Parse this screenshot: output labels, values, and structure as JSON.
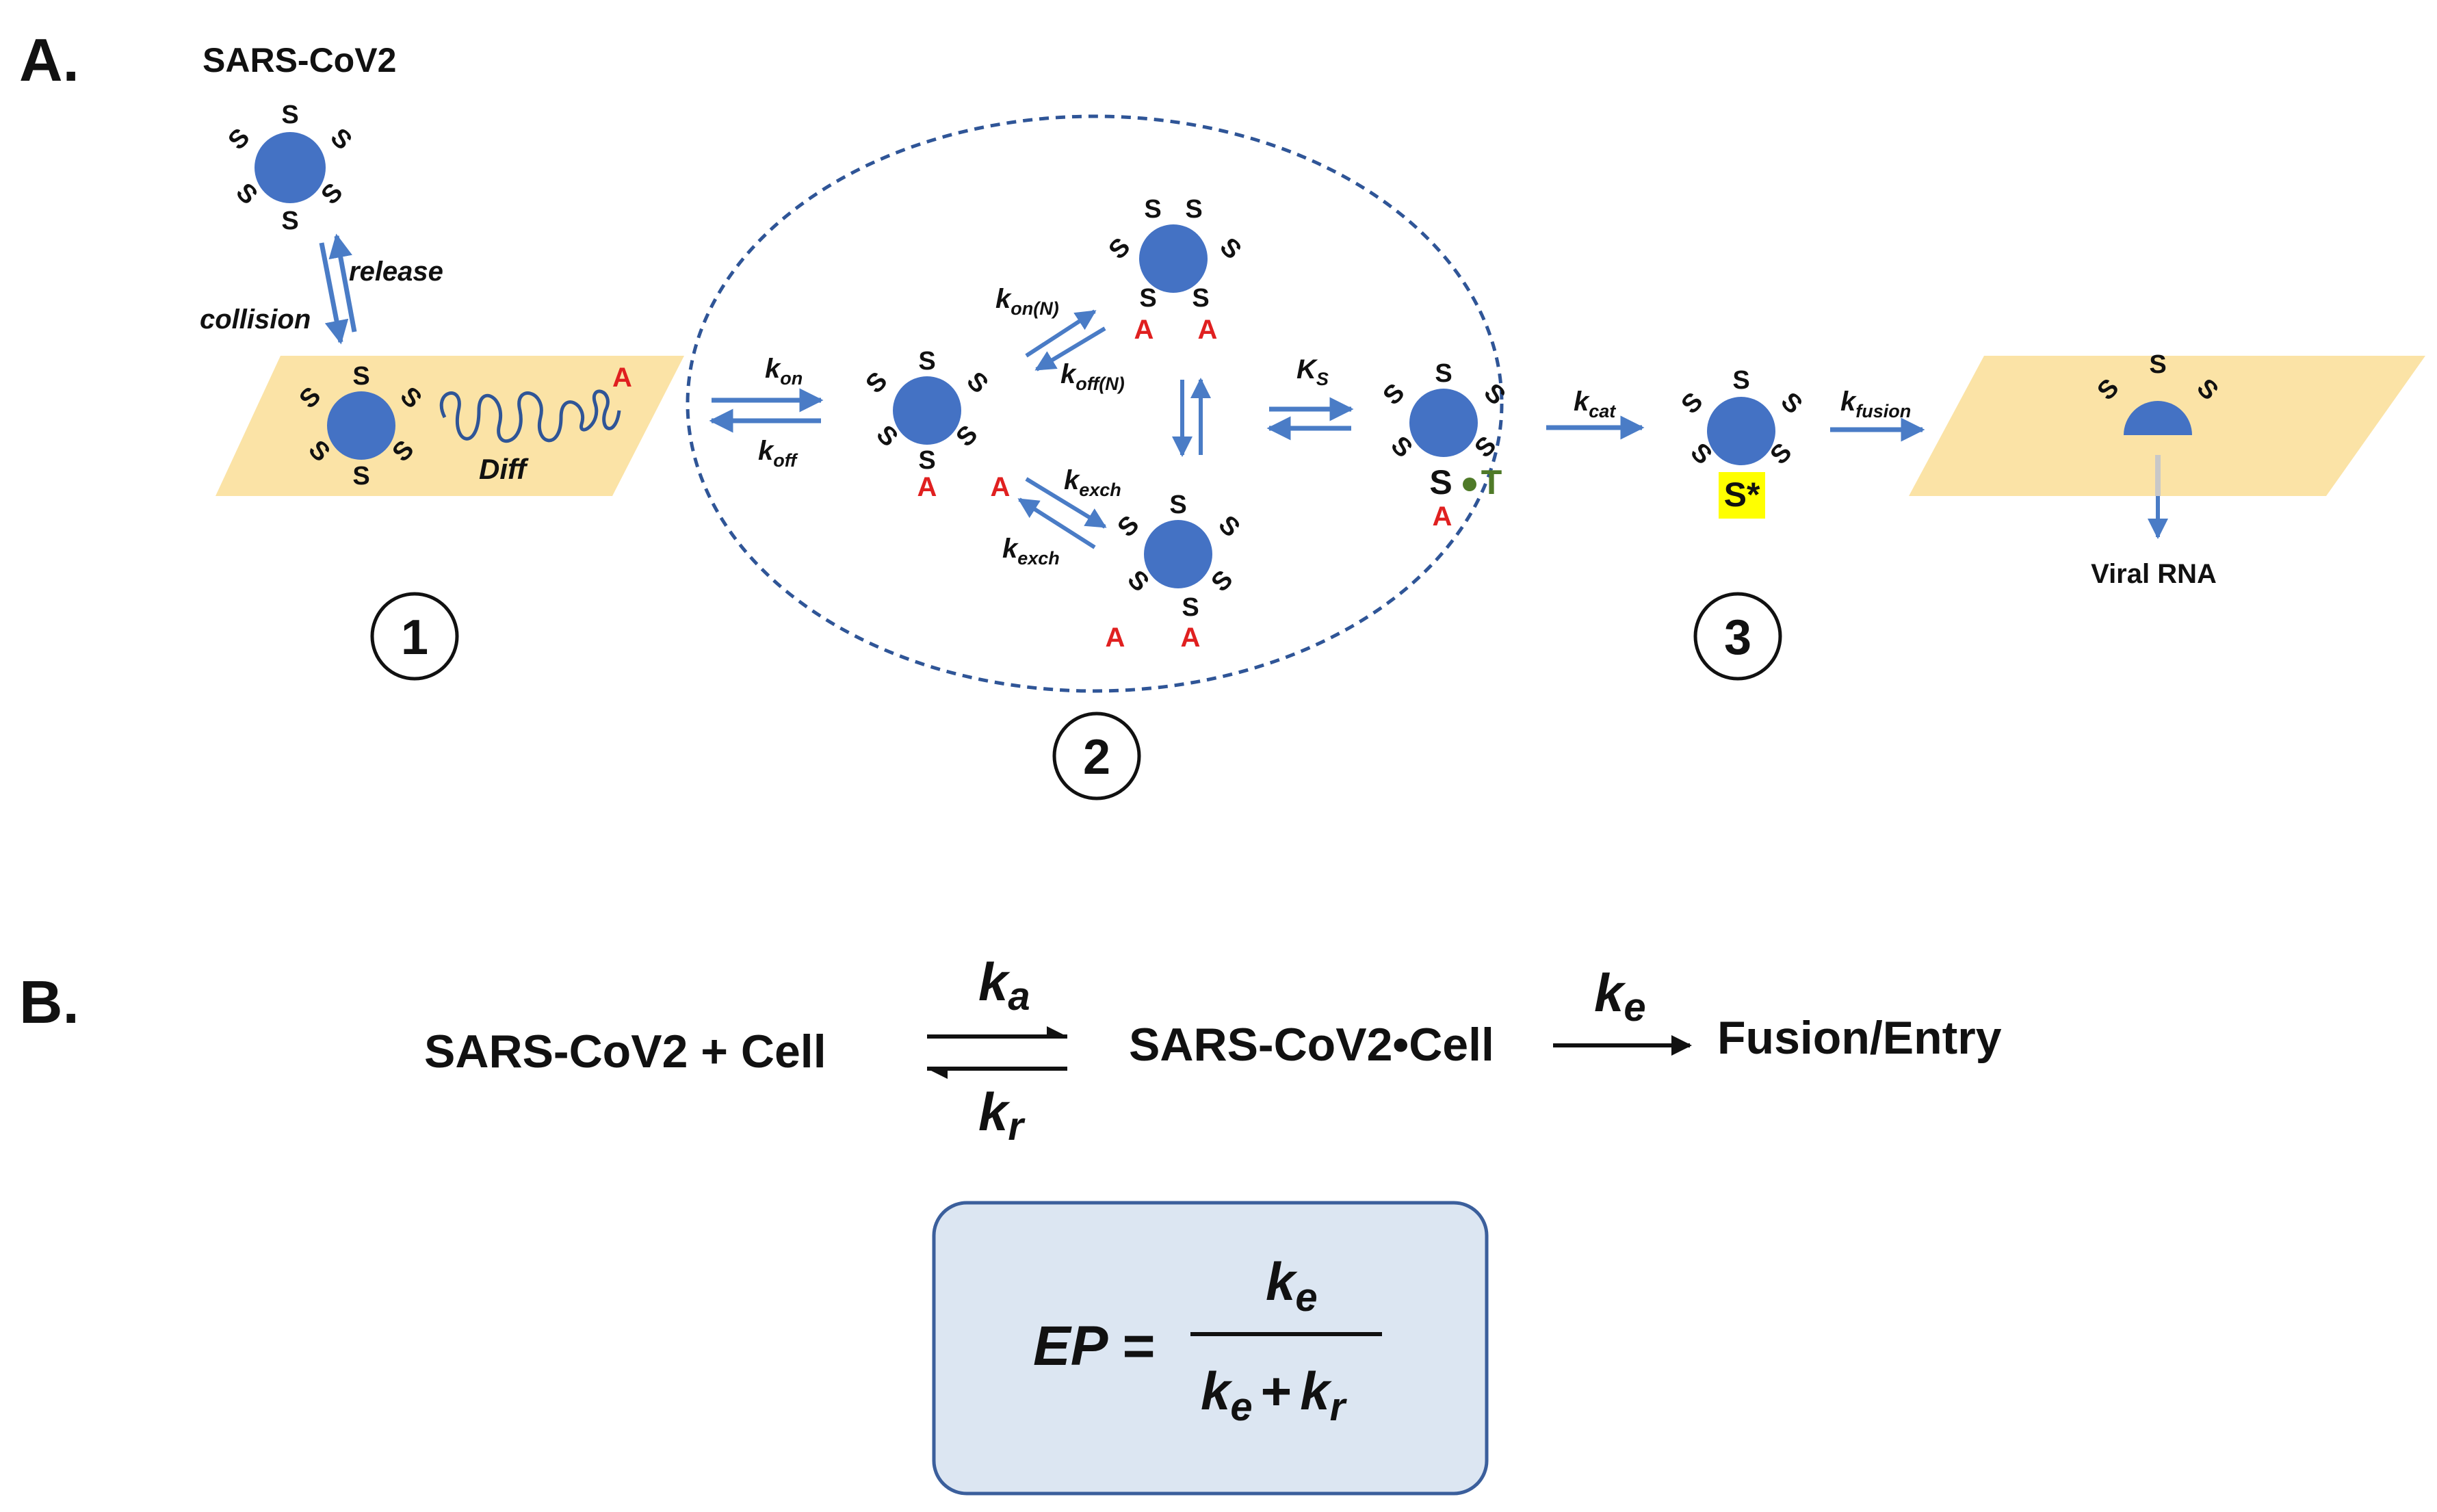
{
  "panel_a": {
    "label": "A.",
    "virus_label": "SARS-CoV2",
    "spike_letter": "S",
    "ace2_letter": "A",
    "release": "release",
    "collision": "collision",
    "diff": "Diff",
    "k_on": "k",
    "k_on_sub": "on",
    "k_off": "k",
    "k_off_sub": "off",
    "k_onN": "k",
    "k_onN_sub": "on(N)",
    "k_offN": "k",
    "k_offN_sub": "off(N)",
    "k_exch": "k",
    "k_exch_sub": "exch",
    "K_s": "K",
    "K_s_sub": "S",
    "s_bullet": "S",
    "t_letter": "T",
    "k_cat": "k",
    "k_cat_sub": "cat",
    "s_star": "S*",
    "k_fusion": "k",
    "k_fusion_sub": "fusion",
    "viral_rna": "Viral RNA",
    "step1": "1",
    "step2": "2",
    "step3": "3"
  },
  "panel_b": {
    "label": "B.",
    "reactant": "SARS-CoV2  + Cell",
    "complex": "SARS-CoV2•Cell",
    "product": "Fusion/Entry",
    "ka": "k",
    "ka_sub": "a",
    "kr": "k",
    "kr_sub": "r",
    "ke": "k",
    "ke_sub": "e",
    "ep_label": "EP =",
    "num_k": "k",
    "num_sub": "e",
    "den_k1": "k",
    "den_sub1": "e",
    "den_plus": "+",
    "den_k2": "k",
    "den_sub2": "r"
  },
  "colors": {
    "virion": "#4472c4",
    "arrow": "#4a7cc6",
    "membrane": "#fbe3a6",
    "ace2": "#e02020",
    "tmprss2": "#4f7a28",
    "highlight": "#ffff00",
    "box_fill": "#dce6f2",
    "box_stroke": "#3b5f9c"
  }
}
